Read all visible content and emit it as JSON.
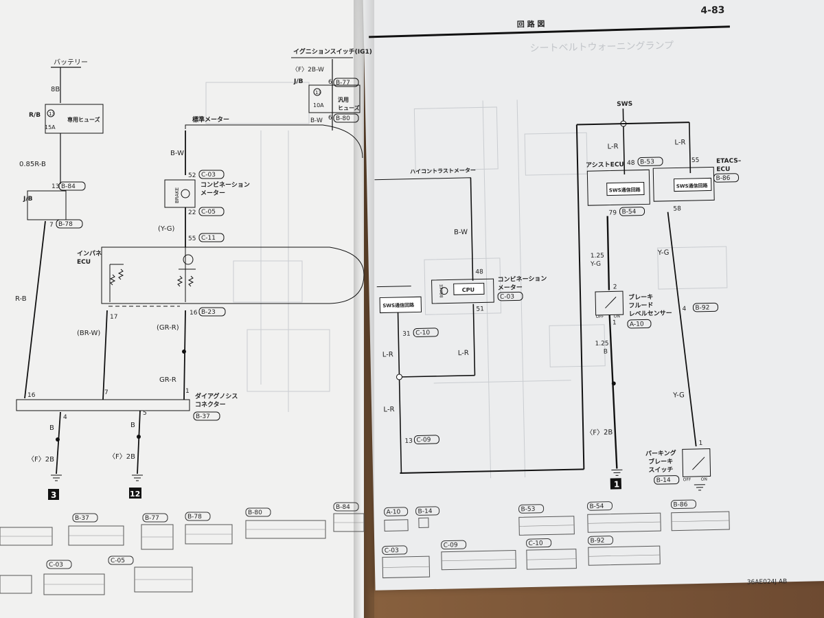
{
  "header": {
    "section": "回 路 図",
    "page_number": "4-83",
    "ghost_title": "シートベルトウォーニングランプ"
  },
  "left": {
    "battery": "バッテリー",
    "battery_wire_8b": "8B",
    "rb": "R/B",
    "fuse13": "13",
    "fuse_a": "15A",
    "fuse_label": "専用ヒューズ",
    "wire_085rb": "0.85R-B",
    "jb": "J/B",
    "jb_in": "13",
    "jb_in_conn": "B-84",
    "jb_out": "7",
    "jb_out_conn": "B-78",
    "rb_wire": "R-B",
    "ign_switch": "イグニションスイッチ(IG1)",
    "ign_wire": "〈F〉2B-W",
    "jb2": "J/B",
    "ign_pin": "6",
    "ign_conn": "B-77",
    "fuse13b": "13",
    "fuse_b": "10A",
    "gen_fuse1": "汎用",
    "gen_fuse2": "ヒューズ",
    "ign_pin2": "6",
    "ign_conn2": "B-80",
    "bw_left": "B-W",
    "std_meter": "標準メーター",
    "bw2": "B-W",
    "pin52": "52",
    "conn_c03": "C-03",
    "combo1": "コンビネーション",
    "combo2": "メーター",
    "brake": "BRAKE",
    "pin22": "22",
    "conn_c05": "C-05",
    "yg_paren": "(Y-G)",
    "pin55": "55",
    "conn_c11": "C-11",
    "inpane1": "インパネ",
    "inpane2": "ECU",
    "pin17": "17",
    "pin16": "16",
    "conn_b23": "B-23",
    "brw": "(BR-W)",
    "grr_paren": "(GR-R)",
    "grr": "GR-R",
    "diag_16": "16",
    "diag_7": "7",
    "diag_1": "1",
    "diag1": "ダイアグノシス",
    "diag2": "コネクター",
    "conn_b37": "B-37",
    "diag_4": "4",
    "diag_5": "5",
    "b1": "B",
    "b2": "B",
    "gnd1": "〈F〉2B",
    "gnd2": "〈F〉2B",
    "ref3": "3",
    "ref12": "12"
  },
  "right": {
    "sws": "SWS",
    "assist_ecu": "アシストECU",
    "pin48a": "48",
    "conn_b53": "B-53",
    "lr1": "L-R",
    "lr2": "L-R",
    "pin55b": "55",
    "etacs1": "ETACS–",
    "etacs2": "ECU",
    "conn_b86": "B-86",
    "sws_circuit1": "SWS通信回路",
    "sws_circuit2": "SWS通信回路",
    "pin79": "79",
    "conn_b54": "B-54",
    "pin58": "58",
    "hc_meter": "ハイコントラストメーター",
    "bw3": "B-W",
    "pin48": "48",
    "combo3": "コンビネーション",
    "combo4": "メーター",
    "conn_c03b": "C-03",
    "cpu": "CPU",
    "brake2": "BRAKE",
    "pin51": "51",
    "sws_circuit3": "SWS通信回路",
    "pin31": "31",
    "conn_c10": "C-10",
    "lr3": "L-R",
    "lr4": "L-R",
    "lr5": "L-R",
    "pin13": "13",
    "conn_c09": "C-09",
    "wire125yg1": "1.25",
    "wire125yg2": "Y-G",
    "yg2": "Y-G",
    "pin2": "2",
    "brake_fluid1": "ブレーキ",
    "brake_fluid2": "フルード",
    "brake_fluid3": "レベルセンサー",
    "off": "OFF",
    "on": "ON",
    "conn_a10": "A-10",
    "pin1": "1",
    "pin4": "4",
    "conn_b92": "B-92",
    "wire125b1": "1.25",
    "wire125b2": "B",
    "yg3": "Y-G",
    "gnd3": "〈F〉2B",
    "ref1": "1",
    "pk1": "パーキング",
    "pk2": "ブレーキ",
    "pk3": "スイッチ",
    "pin1b": "1",
    "off2": "OFF",
    "on2": "ON",
    "conn_b14": "B-14",
    "doc_code": "36AE024J AB"
  },
  "connectors": {
    "labels": [
      "B-37",
      "B-77",
      "B-78",
      "B-80",
      "B-84",
      "C-03",
      "C-05",
      "A-10",
      "B-14",
      "B-53",
      "B-54",
      "B-86",
      "C-03",
      "C-09",
      "C-10",
      "B-92"
    ]
  }
}
